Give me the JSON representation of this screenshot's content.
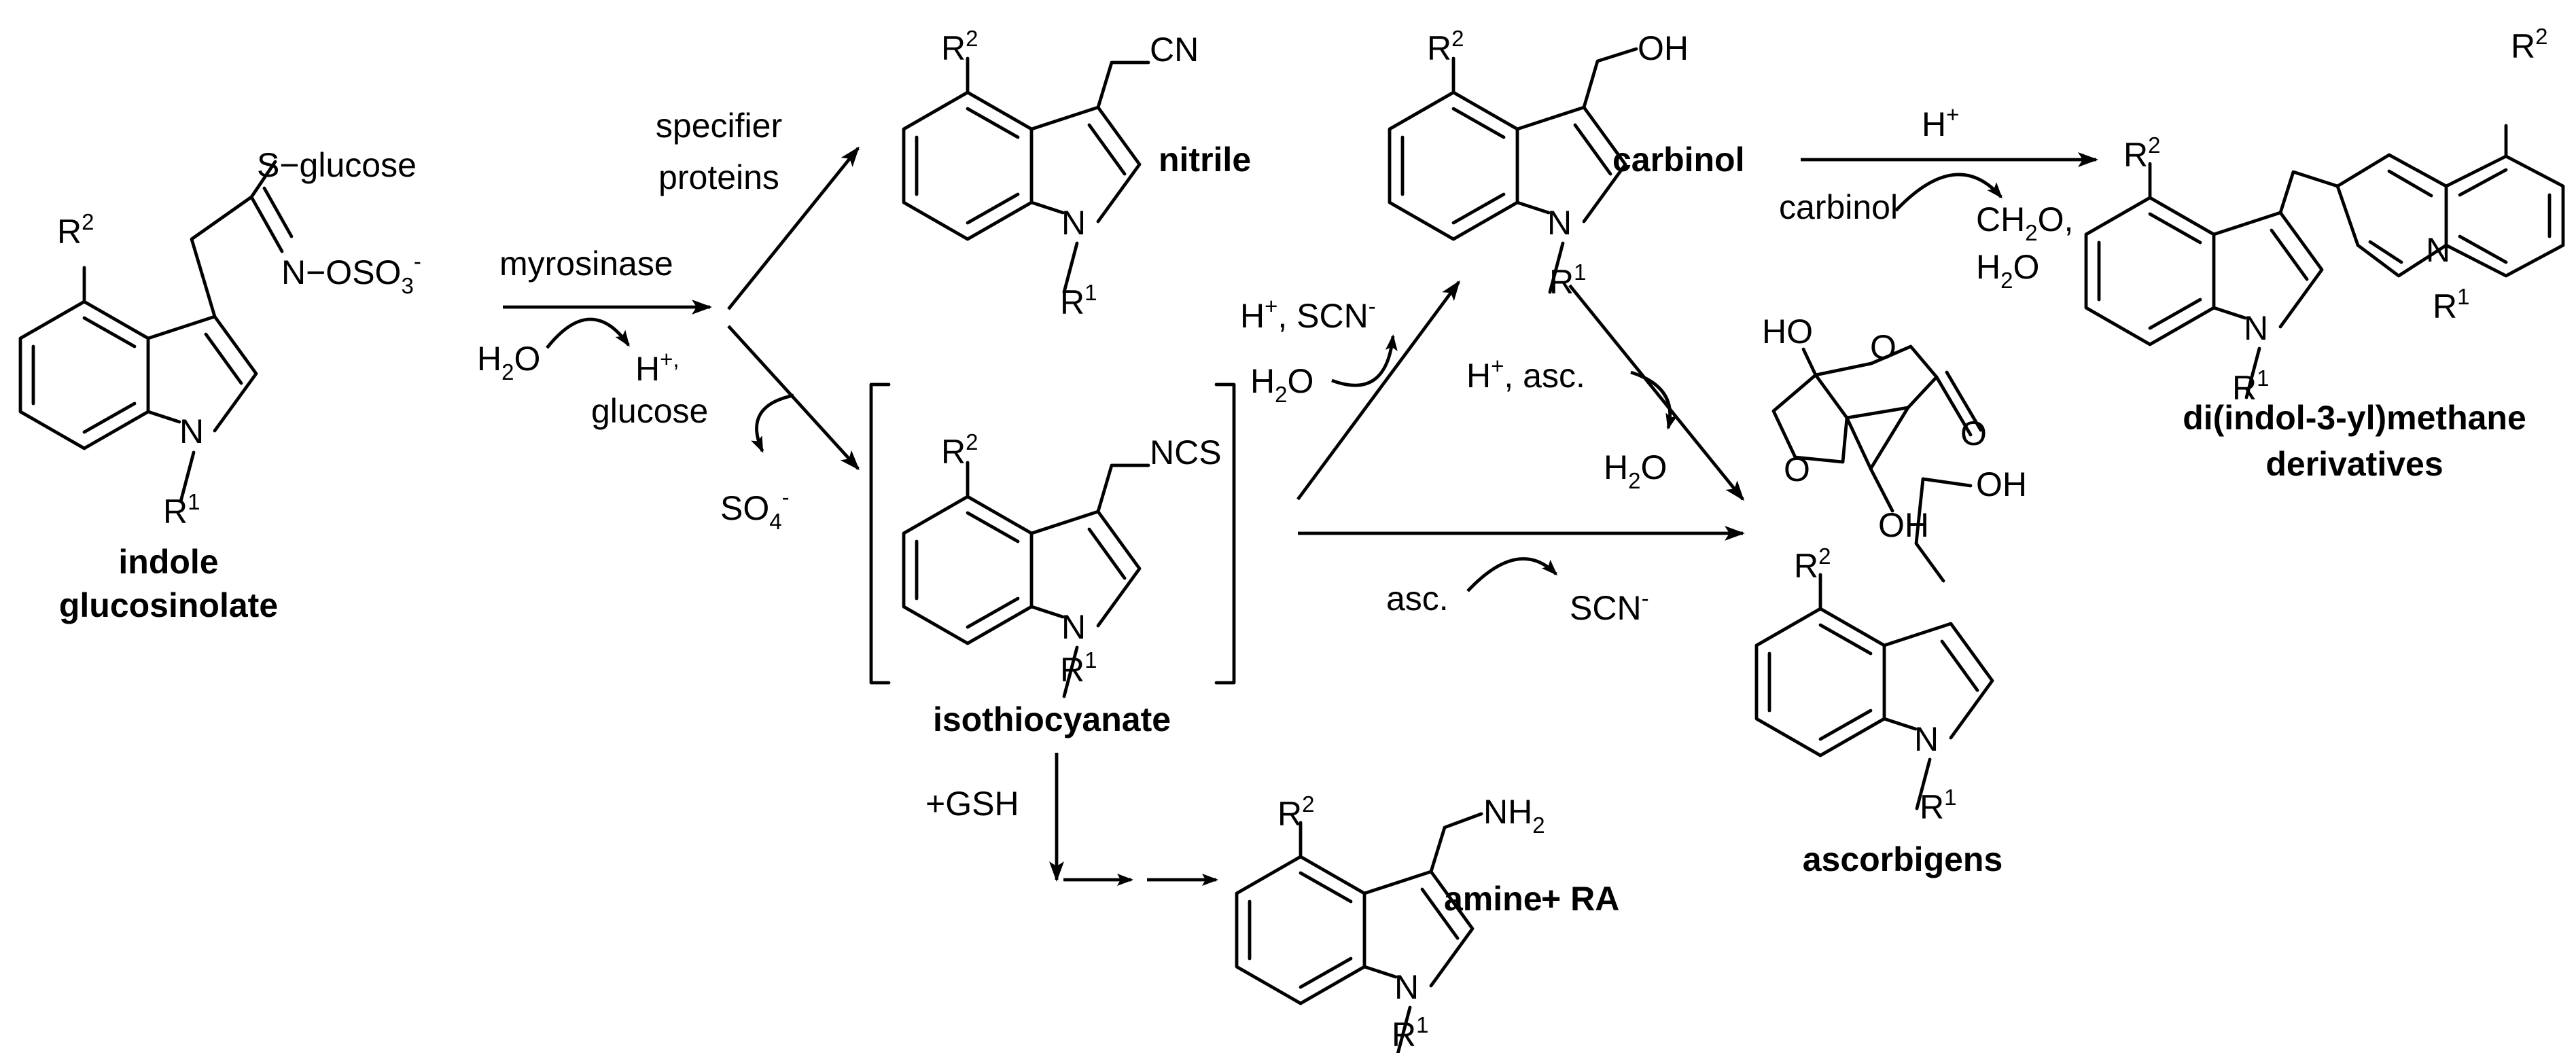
{
  "substituents": {
    "R2_base": "R",
    "R2_sup": "2",
    "R1_base": "R",
    "R1_sup": "1",
    "N": "N"
  },
  "glucosinolate": {
    "s_glucose": "S−glucose",
    "oxime_base": "N−OSO",
    "oxime_sub": "3",
    "oxime_sup": "-",
    "name_line1": "indole",
    "name_line2": "glucosinolate"
  },
  "myrosinase_step": {
    "enzyme": "myrosinase",
    "water": "H",
    "water_sub": "2",
    "water_end": "O",
    "proton_sup": "+,",
    "proton": "H",
    "glucose": "glucose",
    "sulfate": "SO",
    "sulfate_sub": "4",
    "sulfate_sup": "-"
  },
  "specifier": {
    "line1": "specifier",
    "line2": "proteins"
  },
  "nitrile": {
    "group": "CN",
    "name": "nitrile"
  },
  "isothiocyanate": {
    "group": "NCS",
    "name": "isothiocyanate"
  },
  "to_carbinol": {
    "reagents_h": "H",
    "reagents_sup": "+",
    "reagents_rest": ", SCN",
    "reagents_rest_sup": "-",
    "water": "H",
    "water_sub": "2",
    "water_end": "O"
  },
  "carbinol": {
    "group": "OH",
    "name": "carbinol"
  },
  "to_dim": {
    "reagent": "H",
    "reagent_sup": "+",
    "coreactant": "carbinol",
    "byproduct1": "CH",
    "byproduct1_sub": "2",
    "byproduct1_end": "O,",
    "byproduct2": "H",
    "byproduct2_sub": "2",
    "byproduct2_end": "O"
  },
  "dim": {
    "name_line1": "di(indol-3-yl)methane",
    "name_line2": "derivatives"
  },
  "to_ascorbigen_from_carbinol": {
    "reagent": "H",
    "reagent_sup": "+",
    "reagent_rest": ", asc.",
    "water": "H",
    "water_sub": "2",
    "water_end": "O"
  },
  "to_ascorbigen_from_itc": {
    "reagent": "asc.",
    "byproduct": "SCN",
    "byproduct_sup": "-"
  },
  "ascorbigen": {
    "ho": "HO",
    "oh1": "OH",
    "oh2": "OH",
    "o_ring": "O",
    "o_lactone": "O",
    "o_carbonyl": "O",
    "name": "ascorbigens"
  },
  "to_amine": {
    "reagent": "+GSH"
  },
  "amine": {
    "group_base": "NH",
    "group_sub": "2",
    "name": "amine",
    "extra": "+ RA"
  }
}
